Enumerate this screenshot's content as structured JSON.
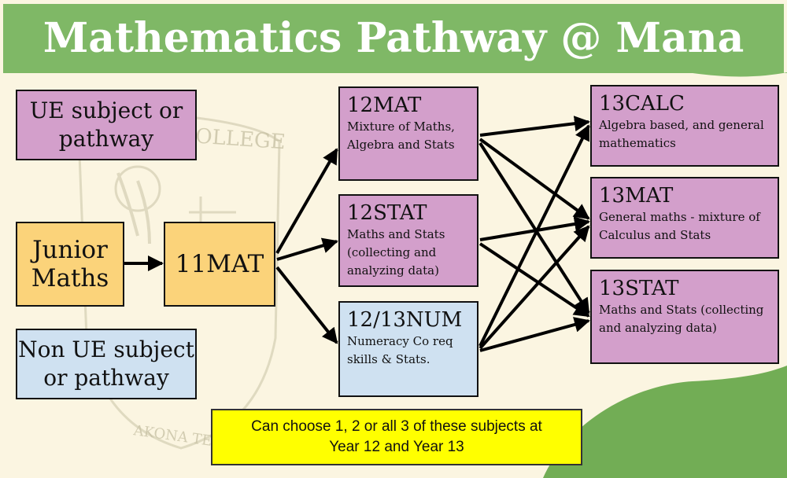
{
  "title": "Mathematics Pathway @ Mana",
  "legend": {
    "ue": "UE subject or pathway",
    "non_ue": "Non UE subject or pathway"
  },
  "background": {
    "watermark_top": "OLLEGE",
    "watermark_bottom": "AKONA TE M"
  },
  "nodes": {
    "junior": "Junior Maths",
    "mat11": "11MAT",
    "mat12": {
      "code": "12MAT",
      "desc": "Mixture of Maths, Algebra and Stats"
    },
    "stat12": {
      "code": "12STAT",
      "desc": "Maths and Stats (collecting and analyzing data)"
    },
    "num1213": {
      "code": "12/13NUM",
      "desc": "Numeracy Co req skills & Stats."
    },
    "calc13": {
      "code": "13CALC",
      "desc": "Algebra based, and general mathematics"
    },
    "mat13": {
      "code": "13MAT",
      "desc": "General maths - mixture of Calculus and Stats"
    },
    "stat13": {
      "code": "13STAT",
      "desc": "Maths and Stats (collecting and analyzing data)"
    }
  },
  "note": "Can choose 1, 2 or all 3 of these subjects at Year 12 and Year 13",
  "colors": {
    "header_green": "#7fb866",
    "ue_purple": "#d39fcb",
    "junior_yellow": "#fbd37a",
    "non_ue_blue": "#cfe1f1",
    "note_yellow": "#ffff00"
  }
}
